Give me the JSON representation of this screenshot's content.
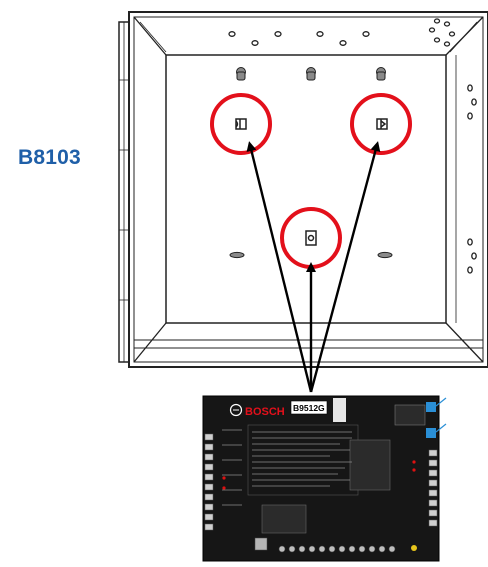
{
  "labels": {
    "enclosure_model": "B8103",
    "panel_brand": "BOSCH",
    "panel_model": "B9512G"
  },
  "colors": {
    "model_label": "#1f5fa8",
    "callout_circle": "#e3101b",
    "arrow": "#000000",
    "panel_body": "#161616",
    "terminal_accent": "#2a8fd6"
  },
  "callouts": [
    "top-left-mounting-clip",
    "top-right-mounting-clip",
    "center-mounting-clip"
  ]
}
